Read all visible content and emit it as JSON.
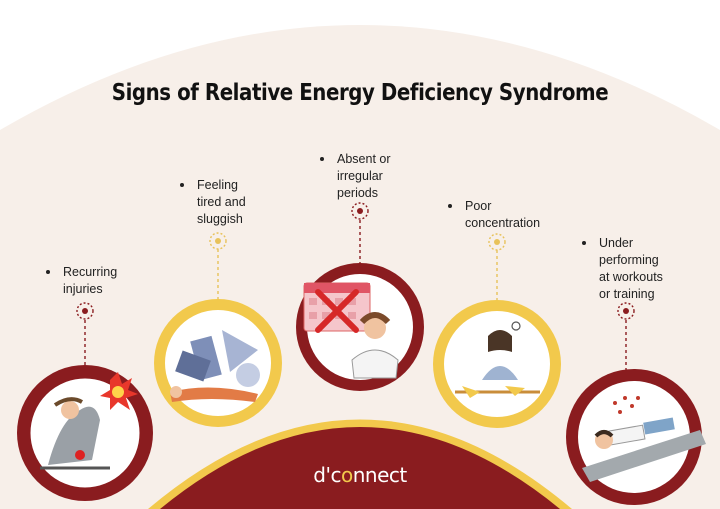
{
  "title": "Signs of Relative Energy Deficiency Syndrome",
  "signs": [
    {
      "label": "Recurring\ninjuries",
      "ring": "#9b1b1b",
      "illustration": "person-with-knee-injury"
    },
    {
      "label": "Feeling\ntired and\nsluggish",
      "ring": "#f2c94c",
      "illustration": "person-lying-under-shapes"
    },
    {
      "label": "Absent or\nirregular\nperiods",
      "ring": "#9b1b1b",
      "illustration": "woman-with-crossed-calendar"
    },
    {
      "label": "Poor\nconcentration",
      "ring": "#f2c94c",
      "illustration": "woman-with-head-in-hand-at-desk"
    },
    {
      "label": "Under\nperforming\nat workouts\nor training",
      "ring": "#9b1b1b",
      "illustration": "man-doing-plank"
    }
  ],
  "brand": {
    "pre": "d'c",
    "o": "o",
    "post": "nnect"
  },
  "colors": {
    "maroon": "#8a1c1f",
    "gold": "#f2c94c",
    "cream": "#f7efe9"
  }
}
